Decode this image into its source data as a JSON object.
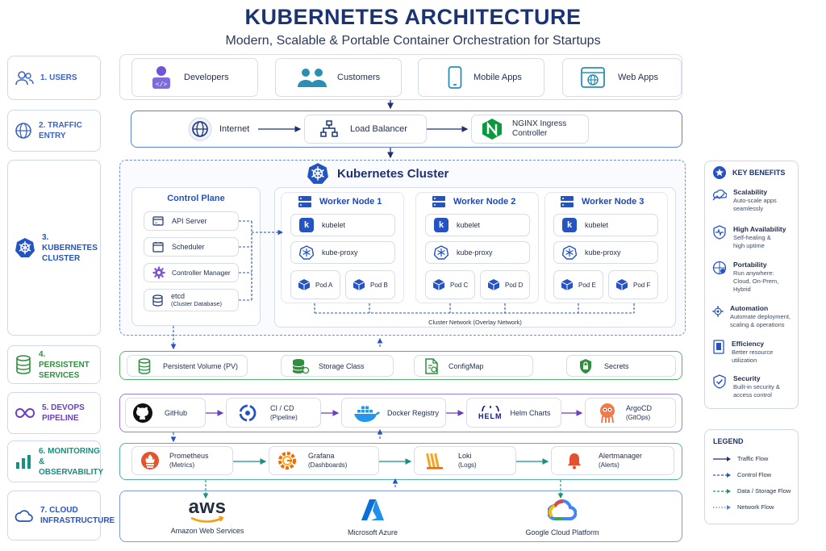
{
  "header": {
    "title": "KUBERNETES ARCHITECTURE",
    "subtitle": "Modern, Scalable & Portable Container Orchestration for Startups"
  },
  "layers": [
    {
      "label": "1. USERS",
      "color": "#3a63c9",
      "icon": "users-icon"
    },
    {
      "label": "2. TRAFFIC ENTRY",
      "color": "#3a63c9",
      "icon": "globe-icon"
    },
    {
      "label": "3. KUBERNETES CLUSTER",
      "color": "#2453c4",
      "icon": "kubernetes-helm-icon"
    },
    {
      "label": "4. PERSISTENT SERVICES",
      "color": "#2f8f3e",
      "icon": "database-icon"
    },
    {
      "label": "5. DEVOPS PIPELINE",
      "color": "#6b3fc4",
      "icon": "infinity-icon"
    },
    {
      "label": "6. MONITORING & OBSERVABILITY",
      "color": "#18907f",
      "icon": "bar-chart-icon"
    },
    {
      "label": "7. CLOUD INFRASTRUCTURE",
      "color": "#2453c4",
      "icon": "cloud-icon"
    }
  ],
  "users": [
    {
      "label": "Developers",
      "icon": "developer-icon"
    },
    {
      "label": "Customers",
      "icon": "customers-icon"
    },
    {
      "label": "Mobile Apps",
      "icon": "mobile-icon"
    },
    {
      "label": "Web Apps",
      "icon": "browser-icon"
    }
  ],
  "traffic": {
    "internet": "Internet",
    "load_balancer": "Load Balancer",
    "nginx": "NGINX Ingress Controller"
  },
  "cluster": {
    "title": "Kubernetes Cluster",
    "control_plane": {
      "title": "Control Plane",
      "items": [
        "API Server",
        "Scheduler",
        "Controller Manager",
        "etcd"
      ],
      "etcd_sub": "(Cluster Database)"
    },
    "workers": [
      {
        "title": "Worker Node 1",
        "kubelet": "kubelet",
        "proxy": "kube-proxy",
        "pods": [
          "Pod A",
          "Pod B"
        ]
      },
      {
        "title": "Worker Node 2",
        "kubelet": "kubelet",
        "proxy": "kube-proxy",
        "pods": [
          "Pod C",
          "Pod D"
        ]
      },
      {
        "title": "Worker Node 3",
        "kubelet": "kubelet",
        "proxy": "kube-proxy",
        "pods": [
          "Pod E",
          "Pod F"
        ]
      }
    ],
    "network": "Cluster Network (Overlay Network)"
  },
  "persistent": [
    {
      "label": "Persistent Volume (PV)",
      "icon": "database-icon"
    },
    {
      "label": "Storage Class",
      "icon": "storage-icon"
    },
    {
      "label": "ConfigMap",
      "icon": "config-file-icon"
    },
    {
      "label": "Secrets",
      "icon": "lock-icon"
    }
  ],
  "devops": [
    {
      "label": "GitHub",
      "sub": "",
      "icon": "github-icon"
    },
    {
      "label": "CI / CD",
      "sub": "(Pipeline)",
      "icon": "cicd-icon"
    },
    {
      "label": "Docker Registry",
      "sub": "",
      "icon": "docker-icon"
    },
    {
      "label": "Helm Charts",
      "sub": "",
      "icon": "helm-icon"
    },
    {
      "label": "ArgoCD",
      "sub": "(GitOps)",
      "icon": "argocd-icon"
    }
  ],
  "helm_logo": "HELM",
  "monitoring": [
    {
      "label": "Prometheus",
      "sub": "(Metrics)",
      "icon": "prometheus-icon"
    },
    {
      "label": "Grafana",
      "sub": "(Dashboards)",
      "icon": "grafana-icon"
    },
    {
      "label": "Loki",
      "sub": "(Logs)",
      "icon": "loki-icon"
    },
    {
      "label": "Alertmanager",
      "sub": "(Alerts)",
      "icon": "bell-icon"
    }
  ],
  "cloud": [
    {
      "label": "Amazon Web Services",
      "logo": "aws"
    },
    {
      "label": "Microsoft Azure",
      "logo": "azure-icon"
    },
    {
      "label": "Google Cloud Platform",
      "logo": "google-cloud-icon"
    }
  ],
  "key_benefits": {
    "title": "KEY BENEFITS",
    "items": [
      {
        "title": "Scalability",
        "desc": "Auto-scale apps seamlessly"
      },
      {
        "title": "High Availability",
        "desc": "Self-healing & high uptime"
      },
      {
        "title": "Portability",
        "desc": "Run anywhere: Cloud, On-Prem, Hybrid"
      },
      {
        "title": "Automation",
        "desc": "Automate deployment, scaling & operations"
      },
      {
        "title": "Efficiency",
        "desc": "Better resource utilization"
      },
      {
        "title": "Security",
        "desc": "Built-in security & access control"
      }
    ]
  },
  "legend": {
    "title": "LEGEND",
    "items": [
      "Traffic Flow",
      "Control Flow",
      "Data / Storage Flow",
      "Network Flow"
    ]
  },
  "colors": {
    "navy": "#1c3372",
    "blue": "#2453c4",
    "green": "#2f8f3e",
    "purple": "#6b3fc4",
    "teal": "#18907f"
  }
}
